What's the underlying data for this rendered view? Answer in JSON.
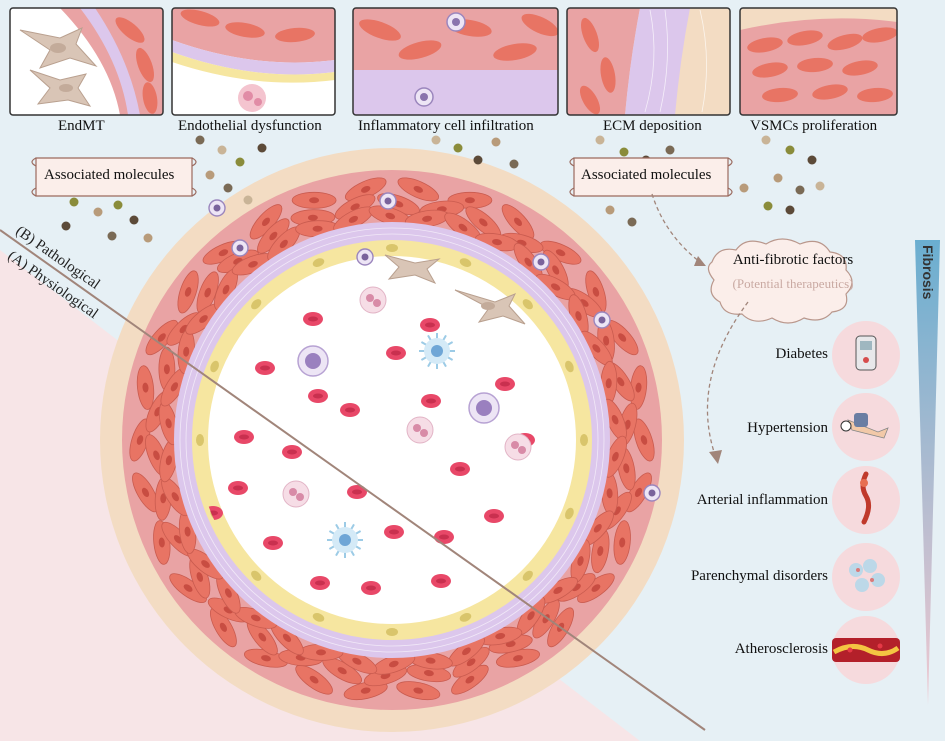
{
  "panels": [
    {
      "label": "EndMT"
    },
    {
      "label": "Endothelial dysfunction"
    },
    {
      "label": "Inflammatory cell infiltration"
    },
    {
      "label": "ECM deposition"
    },
    {
      "label": "VSMCs proliferation"
    }
  ],
  "scrolls": {
    "left": "Associated molecules",
    "right": "Associated molecules"
  },
  "states": {
    "pathological": "(B) Pathological",
    "physiological": "(A) Physiological"
  },
  "cloud": {
    "title": "Anti-fibrotic factors",
    "subtitle": "(Potential therapeutics)"
  },
  "fibrosis_label": "Fibrosis",
  "conditions": [
    {
      "label": "Diabetes",
      "icon": "glucose-meter-icon"
    },
    {
      "label": "Hypertension",
      "icon": "blood-pressure-cuff-icon"
    },
    {
      "label": "Arterial inflammation",
      "icon": "inflamed-artery-icon"
    },
    {
      "label": "Parenchymal disorders",
      "icon": "tissue-cells-icon"
    },
    {
      "label": "Atherosclerosis",
      "icon": "plaque-artery-icon"
    }
  ],
  "colors": {
    "bg_top": "#e6f0f5",
    "bg_bottom": "#f7e5e7",
    "adventitia": "#f3dcc3",
    "media": "#e9a3a4",
    "smc": "#e87464",
    "intima": "#dcc7ec",
    "endothelium": "#f6e6a0",
    "rbc": "#e84868",
    "fibrosis_gradient_top": "#6aaed0",
    "fibrosis_gradient_bottom": "#f0c8d0"
  }
}
